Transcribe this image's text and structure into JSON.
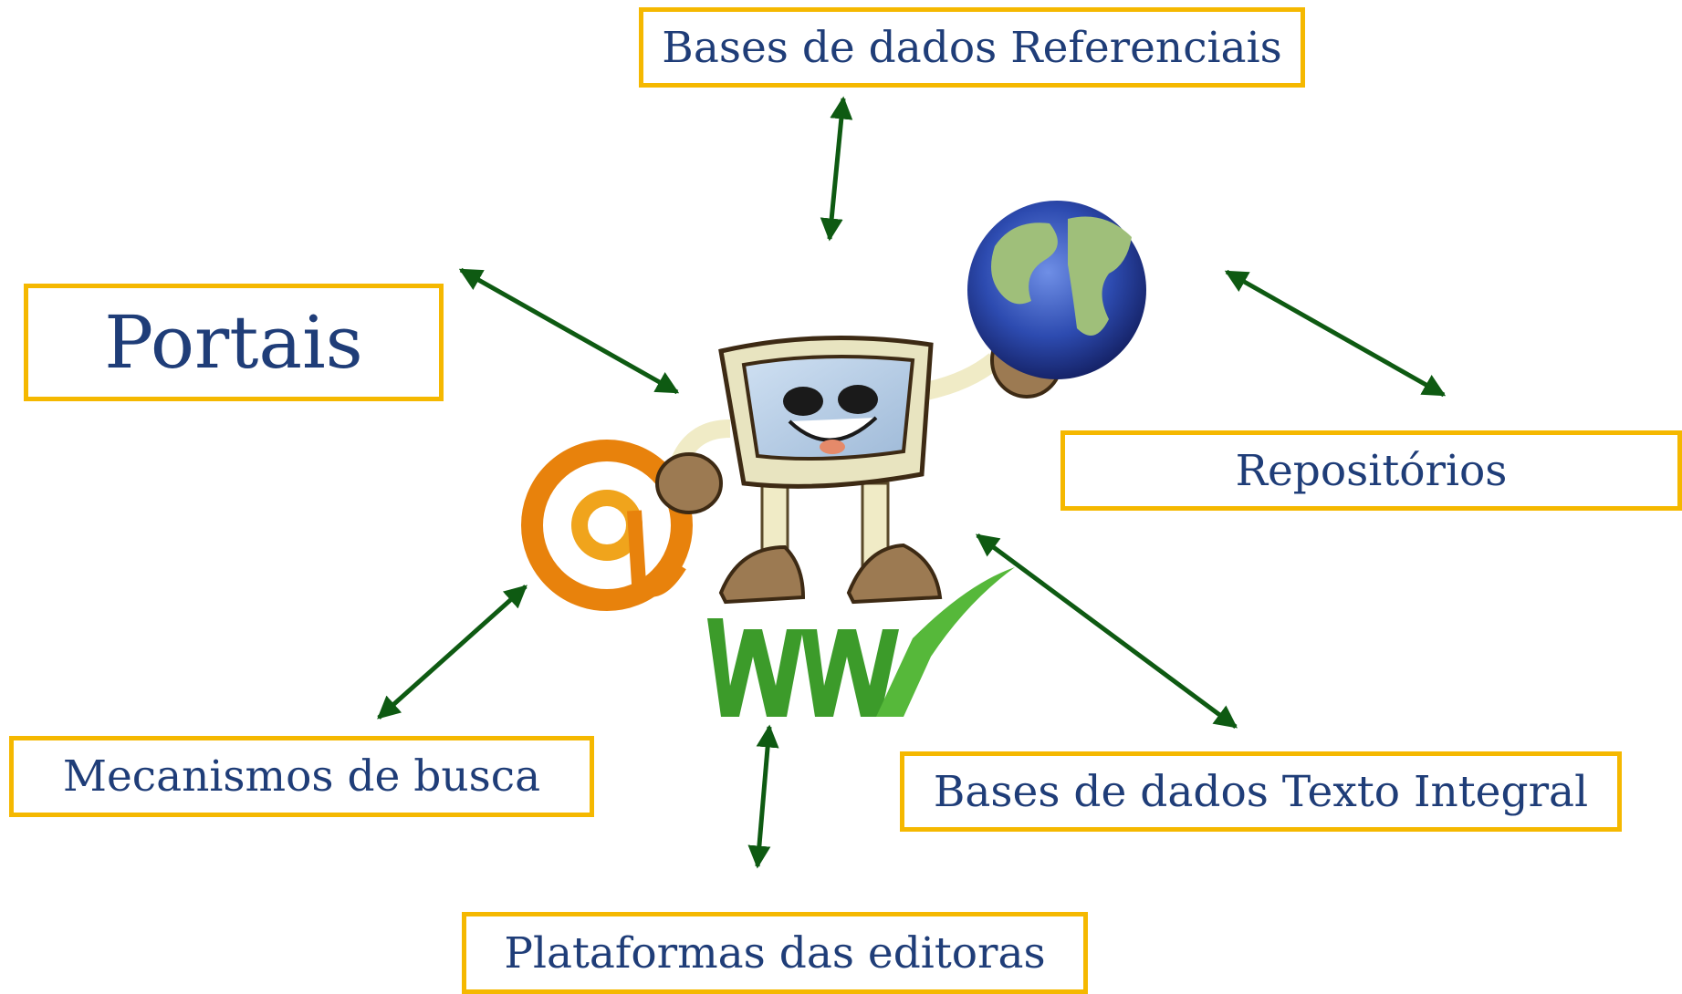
{
  "nodes": {
    "referenciais": "Bases de dados Referenciais",
    "portais": "Portais",
    "repositorios": "Repositórios",
    "mecanismos": "Mecanismos de busca",
    "texto_integral": "Bases de dados Texto Integral",
    "plataformas": "Plataformas das editoras"
  },
  "center": {
    "illustration": "computer-mascot-with-globe-at-sign-www-icon"
  },
  "colors": {
    "box_border": "#f5b800",
    "text": "#1f3d78",
    "arrow": "#0e5a12"
  }
}
